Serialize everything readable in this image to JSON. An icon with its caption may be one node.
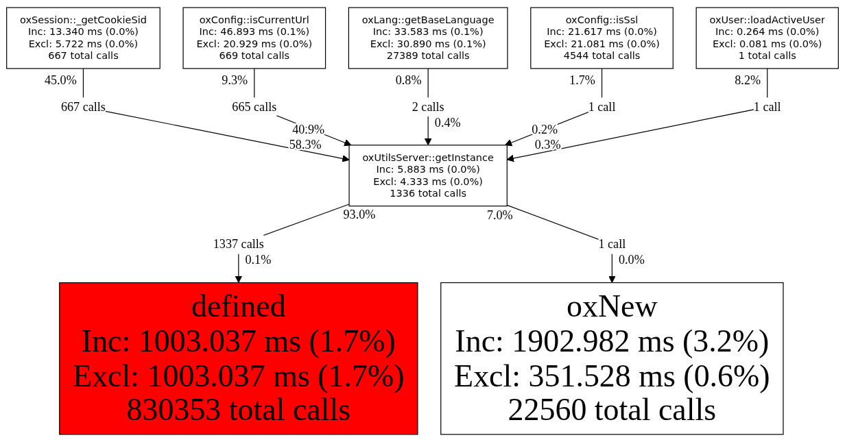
{
  "diagram": {
    "nodes": [
      {
        "text": [
          "oxSession::_getCookieSid",
          "Inc: 13.340 ms (0.0%)",
          "Excl: 5.722 ms (0.0%)",
          "667 total calls"
        ]
      },
      {
        "text": [
          "oxConfig::isCurrentUrl",
          "Inc: 46.893 ms (0.1%)",
          "Excl: 20.929 ms (0.0%)",
          "669 total calls"
        ]
      },
      {
        "text": [
          "oxLang::getBaseLanguage",
          "Inc: 33.583 ms (0.1%)",
          "Excl: 30.890 ms (0.1%)",
          "27389 total calls"
        ]
      },
      {
        "text": [
          "oxConfig::isSsl",
          "Inc: 21.617 ms (0.0%)",
          "Excl: 21.081 ms (0.0%)",
          "4544 total calls"
        ]
      },
      {
        "text": [
          "oxUser::loadActiveUser",
          "Inc: 0.264 ms (0.0%)",
          "Excl: 0.081 ms (0.0%)",
          "1 total calls"
        ]
      },
      {
        "text": [
          "oxUtilsServer::getInstance",
          "Inc: 5.883 ms (0.0%)",
          "Excl: 4.333 ms (0.0%)",
          "1336 total calls"
        ]
      },
      {
        "text": [
          "defined",
          "Inc: 1003.037 ms (1.7%)",
          "Excl: 1003.037 ms (1.7%)",
          "830353 total calls"
        ]
      },
      {
        "text": [
          "oxNew",
          "Inc: 1902.982 ms (3.2%)",
          "Excl: 351.528 ms (0.6%)",
          "22560 total calls"
        ]
      }
    ],
    "edges": [
      {
        "from": 0,
        "to": 5,
        "arrow": "to",
        "label": "667 calls"
      },
      {
        "from": 1,
        "to": 5,
        "arrow": "to",
        "label": "665 calls"
      },
      {
        "from": 2,
        "to": 5,
        "arrow": "to",
        "label": "2 calls"
      },
      {
        "from": 3,
        "to": 5,
        "arrow": "to",
        "label": "1 call"
      },
      {
        "from": 4,
        "to": 5,
        "arrow": "to",
        "label": "1 call"
      },
      {
        "from": 5,
        "to": 6,
        "arrow": "to",
        "label": "1337 calls"
      },
      {
        "from": 5,
        "to": 7,
        "arrow": "to",
        "label": "1 call"
      }
    ],
    "labels": [
      "45.0%",
      "9.3%",
      "0.8%",
      "1.7%",
      "8.2%",
      "58.3%",
      "40.9%",
      "0.4%",
      "0.2%",
      "0.3%",
      "93.0%",
      "7.0%",
      "0.1%",
      "0.0%"
    ]
  }
}
